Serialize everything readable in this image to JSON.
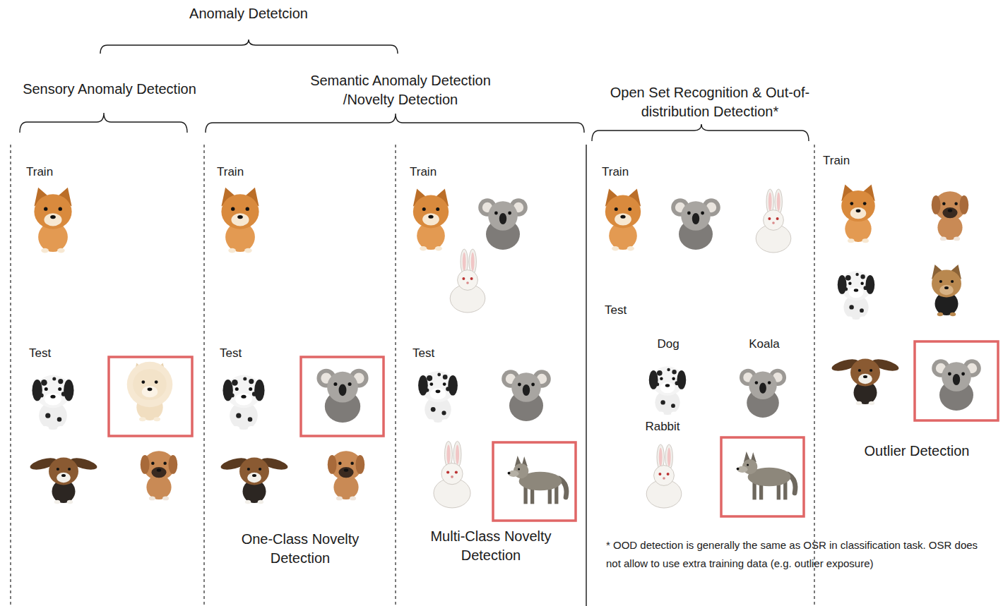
{
  "diagram": {
    "title": "Anomaly Detetcion",
    "labels": [
      "Sensory Anomaly Detection",
      "Semantic Anomaly Detection /Novelty Detection",
      "Open Set Recognition & Out-of-distribution Detection*",
      "Train",
      "Train",
      "Train",
      "Train",
      "Train",
      "Test",
      "Test",
      "Test",
      "Test",
      "One-Class Novelty Detection",
      "Multi-Class Novelty Detection",
      "Dog",
      "Koala",
      "Rabbit",
      "Outlier Detection",
      "* OOD detection is generally the same as OSR in classification task. OSR does not allow to use extra training data (e.g. outlier exposure)"
    ]
  }
}
